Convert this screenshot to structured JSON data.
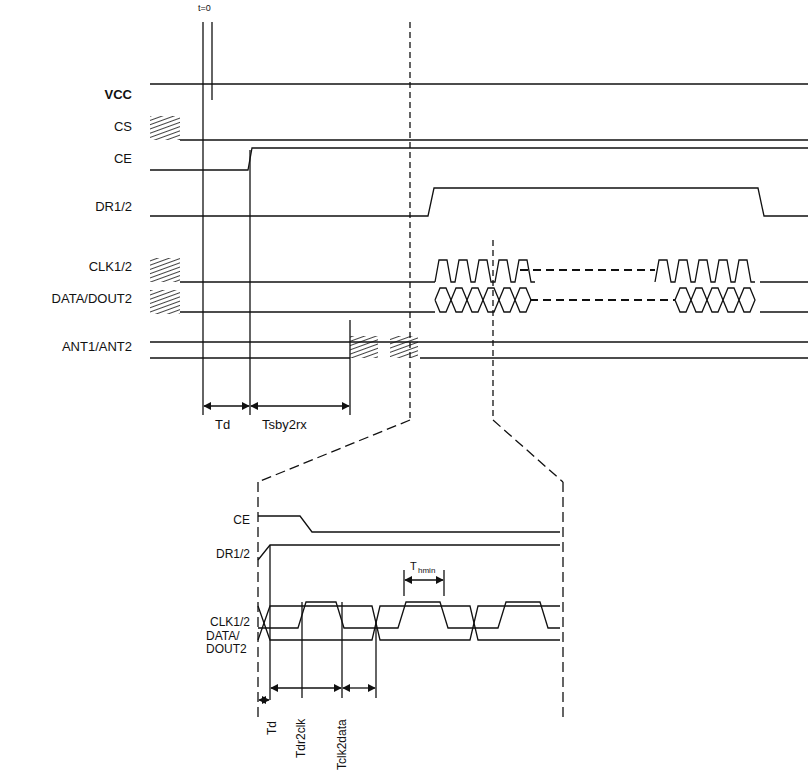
{
  "diagram": {
    "labels": [
      "t=0",
      "VCC",
      "CS",
      "CE",
      "DR1/2",
      "CLK1/2",
      "DATA/DOUT2",
      "ANT1/ANT2",
      "Td",
      "Tsby2rx",
      "CE",
      "DR1/2",
      "CLK1/2",
      "DATA/ DOUT2",
      "T",
      "hmin",
      "Td",
      "Tdr2clk",
      "Tclk2data"
    ]
  }
}
